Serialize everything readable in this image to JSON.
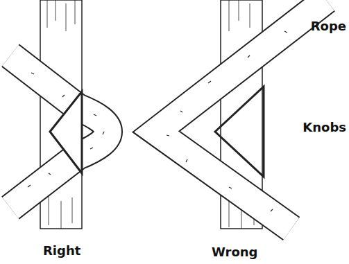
{
  "diagram": {
    "labels": [
      "Rope",
      "Knobs",
      "Right",
      "Wrong"
    ]
  }
}
